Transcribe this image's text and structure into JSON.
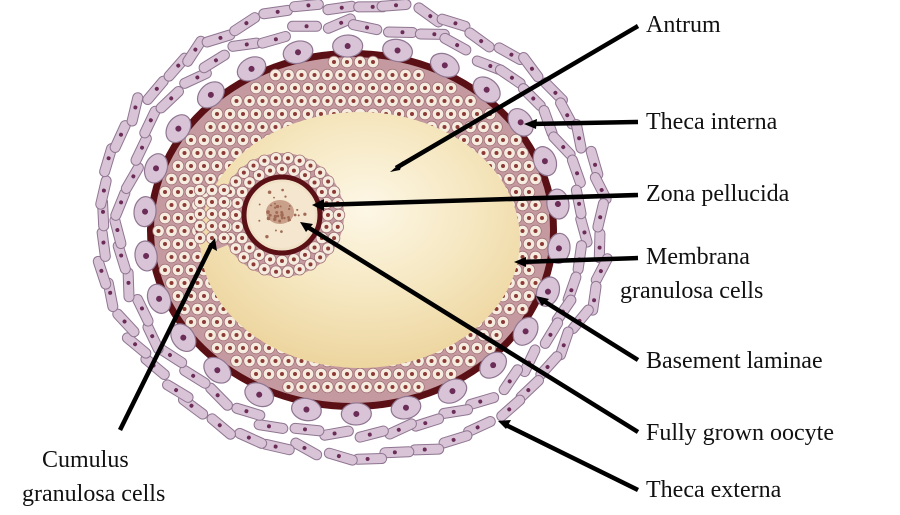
{
  "labels": {
    "antrum": "Antrum",
    "theca_interna": "Theca interna",
    "zona_pellucida": "Zona pellucida",
    "membrana_granulosa_line1": "Membrana",
    "membrana_granulosa_line2": "granulosa cells",
    "basement_laminae": "Basement laminae",
    "fully_grown_oocyte": "Fully grown oocyte",
    "theca_externa": "Theca externa",
    "cumulus_line1": "Cumulus",
    "cumulus_line2": "granulosa cells"
  },
  "colors": {
    "antrum_fill": "#f3e2b6",
    "antrum_highlight": "#fbf4df",
    "granulosa_cell": "#f5ecdf",
    "granulosa_nucleus": "#8c3a33",
    "granulosa_bg": "#c49aa0",
    "basement_laminae": "#5a1015",
    "theca_cell": "#d8c4d6",
    "theca_cell_edge": "#8f7591",
    "theca_nucleus": "#6b2c58",
    "oocyte_fill": "#f0dfc4",
    "oocyte_nucleus": "#c9a08a",
    "zona_pellucida": "#5a1015",
    "leader_line": "#000000"
  }
}
